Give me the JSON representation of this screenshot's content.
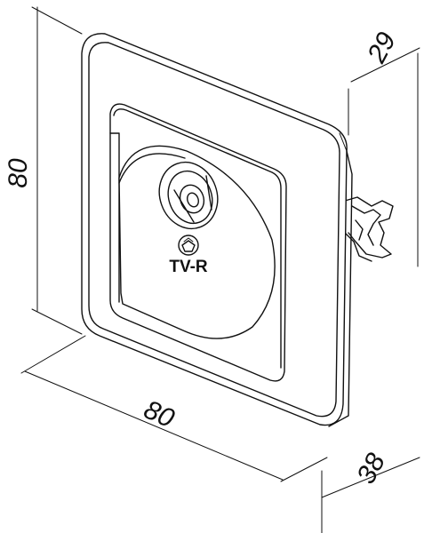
{
  "dimensions": {
    "height": "80",
    "width": "80",
    "depth_top": "29",
    "depth_bottom": "38"
  },
  "socket": {
    "label": "TV-R"
  }
}
